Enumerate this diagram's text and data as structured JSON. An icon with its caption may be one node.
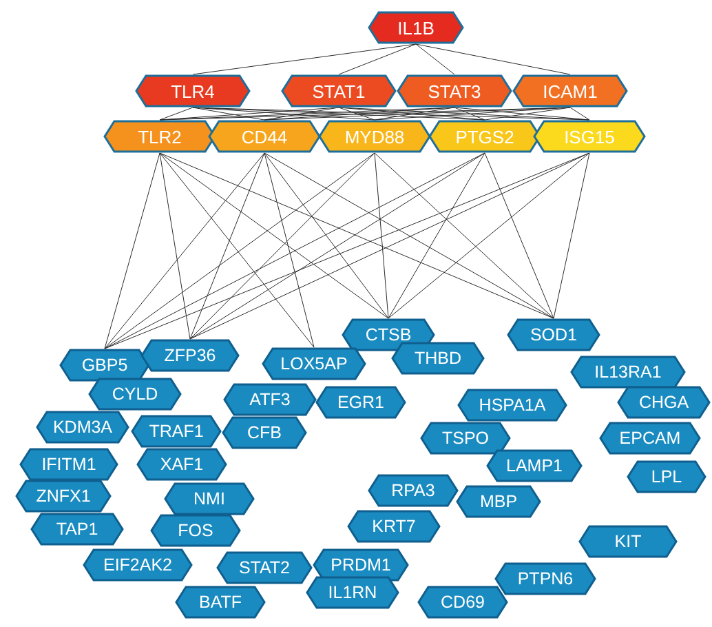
{
  "diagram": {
    "nodes": [
      {
        "text": [
          "IL1B"
        ]
      },
      {
        "text": [
          "TLR4"
        ]
      },
      {
        "text": [
          "STAT1"
        ]
      },
      {
        "text": [
          "STAT3"
        ]
      },
      {
        "text": [
          "ICAM1"
        ]
      },
      {
        "text": [
          "TLR2"
        ]
      },
      {
        "text": [
          "CD44"
        ]
      },
      {
        "text": [
          "MYD88"
        ]
      },
      {
        "text": [
          "PTGS2"
        ]
      },
      {
        "text": [
          "ISG15"
        ]
      },
      {
        "text": [
          "CTSB"
        ]
      },
      {
        "text": [
          "SOD1"
        ]
      },
      {
        "text": [
          "GBP5"
        ]
      },
      {
        "text": [
          "ZFP36"
        ]
      },
      {
        "text": [
          "LOX5AP"
        ]
      },
      {
        "text": [
          "THBD"
        ]
      },
      {
        "text": [
          "IL13RA1"
        ]
      },
      {
        "text": [
          "CYLD"
        ]
      },
      {
        "text": [
          "ATF3"
        ]
      },
      {
        "text": [
          "EGR1"
        ]
      },
      {
        "text": [
          "HSPA1A"
        ]
      },
      {
        "text": [
          "CHGA"
        ]
      },
      {
        "text": [
          "KDM3A"
        ]
      },
      {
        "text": [
          "TRAF1"
        ]
      },
      {
        "text": [
          "CFB"
        ]
      },
      {
        "text": [
          "TSPO"
        ]
      },
      {
        "text": [
          "EPCAM"
        ]
      },
      {
        "text": [
          "IFITM1"
        ]
      },
      {
        "text": [
          "XAF1"
        ]
      },
      {
        "text": [
          "LAMP1"
        ]
      },
      {
        "text": [
          "ZNFX1"
        ]
      },
      {
        "text": [
          "NMI"
        ]
      },
      {
        "text": [
          "RPA3"
        ]
      },
      {
        "text": [
          "MBP"
        ]
      },
      {
        "text": [
          "LPL"
        ]
      },
      {
        "text": [
          "TAP1"
        ]
      },
      {
        "text": [
          "FOS"
        ]
      },
      {
        "text": [
          "KRT7"
        ]
      },
      {
        "text": [
          "KIT"
        ]
      },
      {
        "text": [
          "EIF2AK2"
        ]
      },
      {
        "text": [
          "STAT2"
        ]
      },
      {
        "text": [
          "PRDM1"
        ]
      },
      {
        "text": [
          "PTPN6"
        ]
      },
      {
        "text": [
          "BATF"
        ]
      },
      {
        "text": [
          "IL1RN"
        ]
      },
      {
        "text": [
          "CD69"
        ]
      }
    ],
    "edges": [
      {
        "from": 0,
        "to": 1,
        "arrow": "none"
      },
      {
        "from": 0,
        "to": 2,
        "arrow": "none"
      },
      {
        "from": 0,
        "to": 3,
        "arrow": "none"
      },
      {
        "from": 0,
        "to": 4,
        "arrow": "none"
      },
      {
        "from": 1,
        "to": 5,
        "arrow": "none"
      },
      {
        "from": 1,
        "to": 6,
        "arrow": "none"
      },
      {
        "from": 1,
        "to": 7,
        "arrow": "none"
      },
      {
        "from": 1,
        "to": 8,
        "arrow": "none"
      },
      {
        "from": 1,
        "to": 9,
        "arrow": "none"
      },
      {
        "from": 2,
        "to": 5,
        "arrow": "none"
      },
      {
        "from": 2,
        "to": 6,
        "arrow": "none"
      },
      {
        "from": 2,
        "to": 7,
        "arrow": "none"
      },
      {
        "from": 2,
        "to": 8,
        "arrow": "none"
      },
      {
        "from": 2,
        "to": 9,
        "arrow": "none"
      },
      {
        "from": 3,
        "to": 5,
        "arrow": "none"
      },
      {
        "from": 3,
        "to": 6,
        "arrow": "none"
      },
      {
        "from": 3,
        "to": 7,
        "arrow": "none"
      },
      {
        "from": 3,
        "to": 8,
        "arrow": "none"
      },
      {
        "from": 3,
        "to": 9,
        "arrow": "none"
      },
      {
        "from": 4,
        "to": 5,
        "arrow": "none"
      },
      {
        "from": 4,
        "to": 6,
        "arrow": "none"
      },
      {
        "from": 4,
        "to": 7,
        "arrow": "none"
      },
      {
        "from": 4,
        "to": 8,
        "arrow": "none"
      },
      {
        "from": 4,
        "to": 9,
        "arrow": "none"
      },
      {
        "from": 5,
        "to": 10,
        "arrow": "none"
      },
      {
        "from": 5,
        "to": 11,
        "arrow": "none"
      },
      {
        "from": 5,
        "to": 12,
        "arrow": "none"
      },
      {
        "from": 5,
        "to": 13,
        "arrow": "none"
      },
      {
        "from": 5,
        "to": 14,
        "arrow": "none"
      },
      {
        "from": 6,
        "to": 10,
        "arrow": "none"
      },
      {
        "from": 6,
        "to": 11,
        "arrow": "none"
      },
      {
        "from": 6,
        "to": 12,
        "arrow": "none"
      },
      {
        "from": 6,
        "to": 13,
        "arrow": "none"
      },
      {
        "from": 6,
        "to": 14,
        "arrow": "none"
      },
      {
        "from": 7,
        "to": 10,
        "arrow": "none"
      },
      {
        "from": 7,
        "to": 11,
        "arrow": "none"
      },
      {
        "from": 7,
        "to": 12,
        "arrow": "none"
      },
      {
        "from": 7,
        "to": 13,
        "arrow": "none"
      },
      {
        "from": 8,
        "to": 10,
        "arrow": "none"
      },
      {
        "from": 8,
        "to": 11,
        "arrow": "none"
      },
      {
        "from": 8,
        "to": 12,
        "arrow": "none"
      },
      {
        "from": 8,
        "to": 13,
        "arrow": "none"
      },
      {
        "from": 9,
        "to": 10,
        "arrow": "none"
      },
      {
        "from": 9,
        "to": 11,
        "arrow": "none"
      },
      {
        "from": 9,
        "to": 12,
        "arrow": "none"
      },
      {
        "from": 9,
        "to": 13,
        "arrow": "none"
      }
    ]
  }
}
